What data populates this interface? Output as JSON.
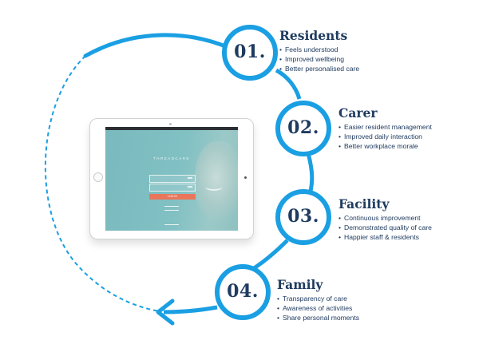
{
  "colors": {
    "accent": "#1a9fe3",
    "text": "#1f3b60",
    "screen": "#7fbec1",
    "login_button": "#e9765b"
  },
  "stages": [
    {
      "number": "01.",
      "title": "Residents",
      "points": [
        "Feels understood",
        "Improved wellbeing",
        "Better personalised care"
      ]
    },
    {
      "number": "02.",
      "title": "Carer",
      "points": [
        "Easier resident management",
        "Improved daily interaction",
        "Better workplace morale"
      ]
    },
    {
      "number": "03.",
      "title": "Facility",
      "points": [
        "Continuous improvement",
        "Demonstrated quality of care",
        "Happier staff & residents"
      ]
    },
    {
      "number": "04.",
      "title": "Family",
      "points": [
        "Transparency of care",
        "Awareness of activities",
        "Share personal moments"
      ]
    }
  ],
  "tablet": {
    "app_logo": "THREADCARE",
    "login_label": "LOG IN"
  }
}
